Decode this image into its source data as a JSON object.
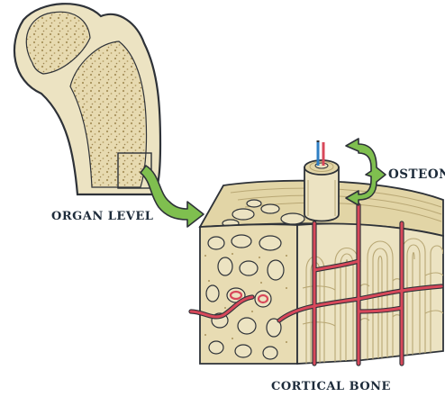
{
  "labels": {
    "organ_level": "ORGAN LEVEL",
    "osteon": "OSTEON",
    "cortical_bone": "CORTICAL BONE"
  },
  "colors": {
    "bone_fill": "#ece3c2",
    "bone_shade": "#d9cc9f",
    "spongy_dots": "#a8925c",
    "outline": "#2e3238",
    "arrow_green": "#7fbf4f",
    "vessel_red": "#d8485a",
    "vessel_blue": "#2f7fc4",
    "label_text": "#1d2b3a"
  },
  "icons": {
    "zoom_arrow": "curved-arrow-right",
    "osteon_pointer": "curved-bracket-arrow"
  }
}
